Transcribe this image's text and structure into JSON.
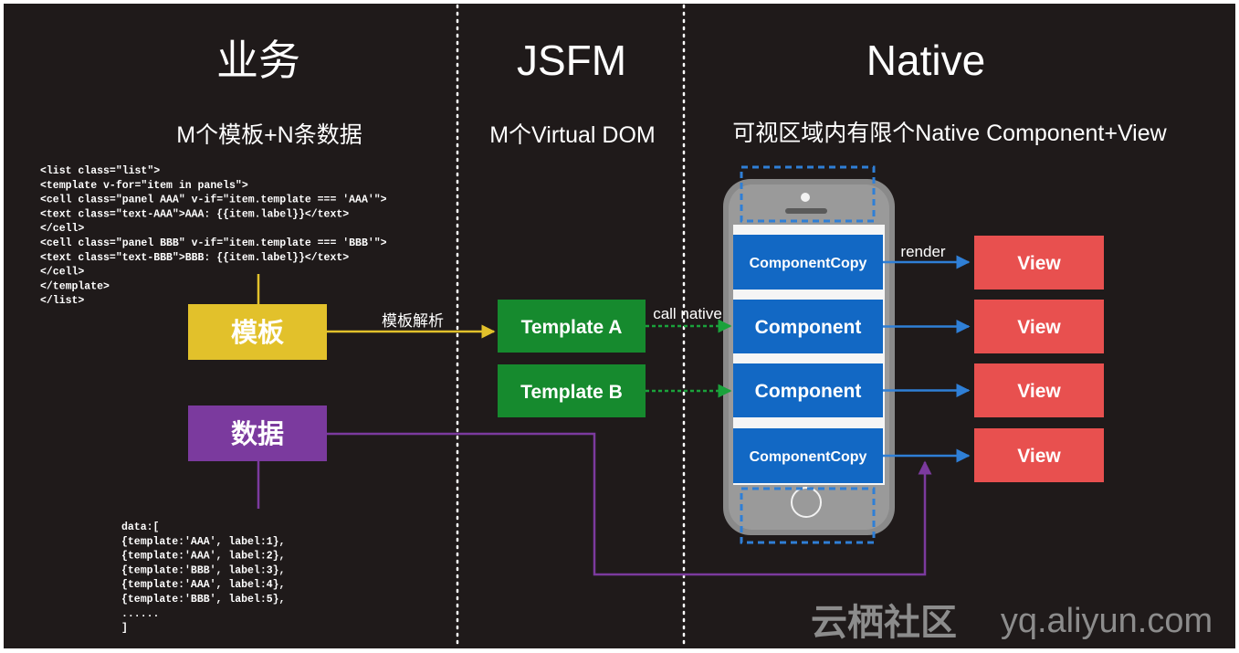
{
  "columns": {
    "business": {
      "title": "业务",
      "subtitle": "M个模板+N条数据"
    },
    "jsfm": {
      "title": "JSFM",
      "subtitle": "M个Virtual DOM"
    },
    "native": {
      "title": "Native",
      "subtitle": "可视区域内有限个Native Component+View"
    }
  },
  "template_code": [
    "<list class=\"list\">",
    "  <template v-for=\"item in panels\">",
    "    <cell class=\"panel AAA\" v-if=\"item.template === 'AAA'\">",
    "      <text class=\"text-AAA\">AAA: {{item.label}}</text>",
    "    </cell>",
    "    <cell class=\"panel BBB\" v-if=\"item.template === 'BBB'\">",
    "      <text class=\"text-BBB\">BBB: {{item.label}}</text>",
    "    </cell>",
    "  </template>",
    "</list>"
  ],
  "data_code": [
    "data:[",
    "    {template:'AAA', label:1},",
    "    {template:'AAA', label:2},",
    "    {template:'BBB', label:3},",
    "    {template:'AAA', label:4},",
    "    {template:'BBB', label:5},",
    "    ......",
    "]"
  ],
  "boxes": {
    "template": "模板",
    "data": "数据",
    "template_a": "Template A",
    "template_b": "Template B",
    "components": [
      "ComponentCopy",
      "Component",
      "Component",
      "ComponentCopy"
    ],
    "views": [
      "View",
      "View",
      "View",
      "View"
    ]
  },
  "edge_labels": {
    "parse": "模板解析",
    "call_native": "call native",
    "render": "render"
  },
  "watermark": {
    "cn": "云栖社区",
    "url": "yq.aliyun.com"
  },
  "colors": {
    "background": "#1f1a1a",
    "template_box": "#e2c12b",
    "data_box": "#7b3a9e",
    "jsfm_box": "#168a2e",
    "component_box": "#1268c4",
    "view_box": "#e8504f",
    "phone": "#8a8a8a",
    "arrow_blue": "#2f7fd6",
    "arrow_green": "#1aa23b",
    "arrow_yellow": "#e2c12b",
    "arrow_purple": "#7b3a9e"
  }
}
